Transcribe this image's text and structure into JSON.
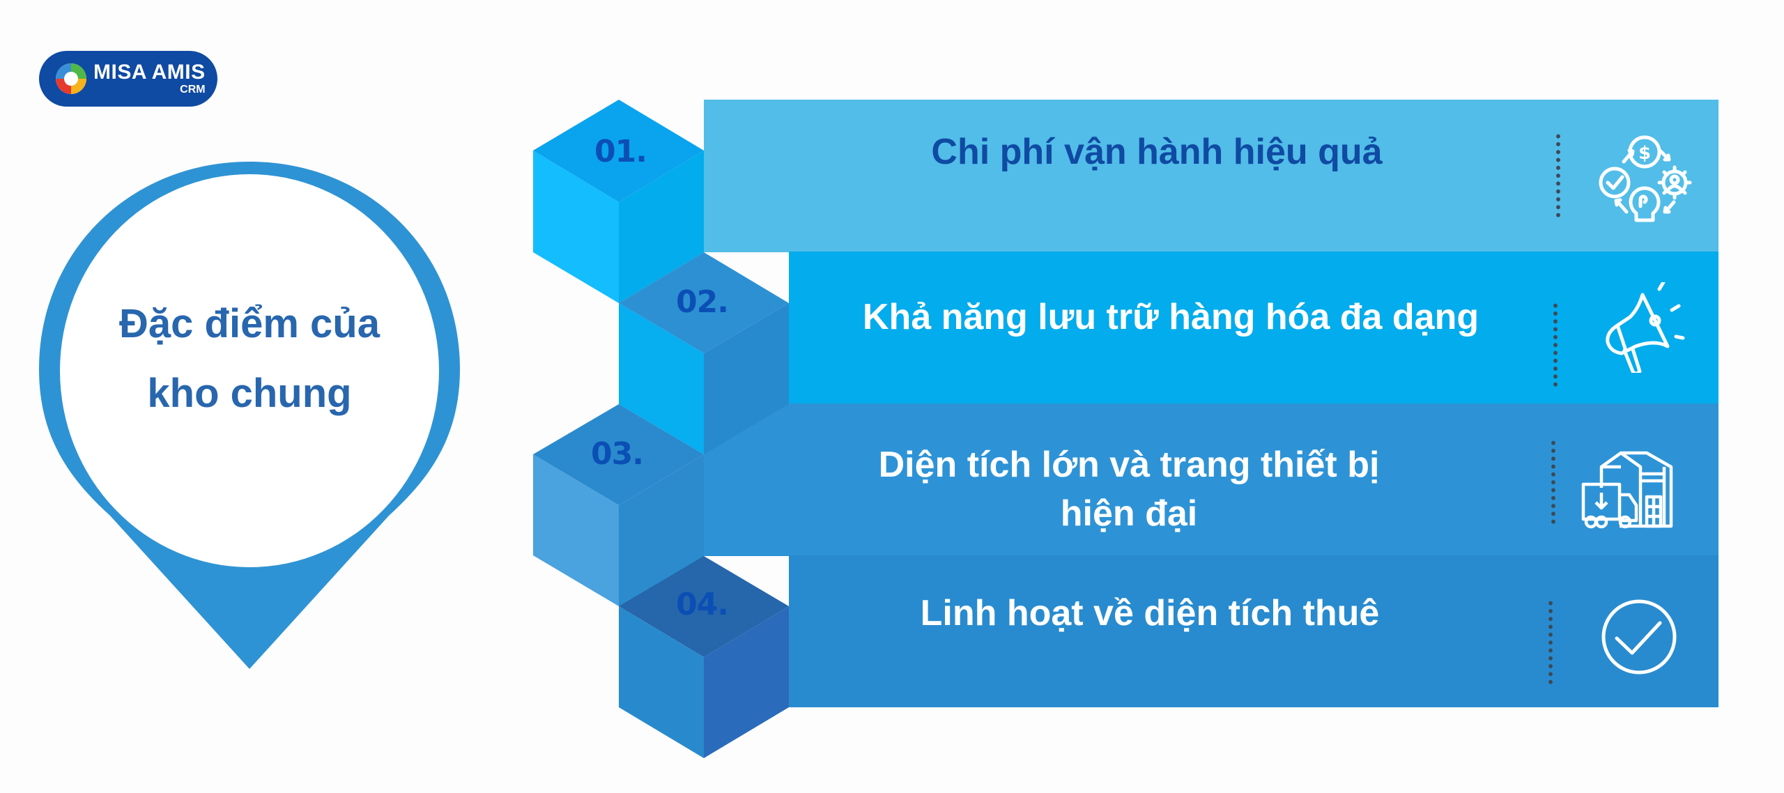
{
  "logo": {
    "brand": "MISA AMIS",
    "product": "CRM",
    "background_color": "#0f4aa3"
  },
  "pin": {
    "title_line1": "Đặc điểm của",
    "title_line2": "kho chung",
    "ring_color": "#2e93d4",
    "title_color": "#2866ae"
  },
  "items": [
    {
      "number": "01.",
      "label": "Chi phí vận hành hiệu quả",
      "label_line2": "",
      "icon": "cost-efficiency-cycle-icon",
      "row_color": "#52bde8",
      "text_color": "#0f4aa3"
    },
    {
      "number": "02.",
      "label": "Khả năng lưu trữ hàng hóa đa dạng",
      "label_line2": "",
      "icon": "megaphone-icon",
      "row_color": "#03acec",
      "text_color": "#ffffff"
    },
    {
      "number": "03.",
      "label": "Diện tích lớn và trang thiết bị",
      "label_line2": "hiện đại",
      "icon": "warehouse-truck-icon",
      "row_color": "#2d93d6",
      "text_color": "#ffffff"
    },
    {
      "number": "04.",
      "label": "Linh hoạt về diện tích thuê",
      "label_line2": "",
      "icon": "check-circle-icon",
      "row_color": "#288bcf",
      "text_color": "#ffffff"
    }
  ]
}
